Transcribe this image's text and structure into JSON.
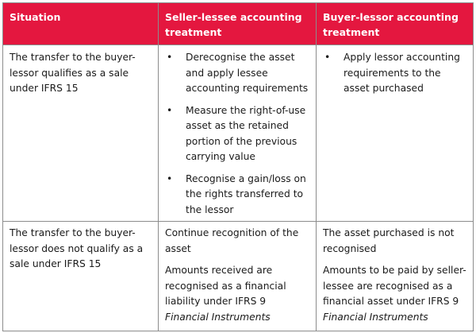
{
  "table": {
    "headers": [
      "Situation",
      "Seller-lessee accounting treatment",
      "Buyer-lessor accounting treatment"
    ],
    "rows": [
      {
        "situation": "The transfer to the buyer-lessor qualifies as a sale under IFRS 15",
        "seller_bullets": [
          "Derecognise the asset and apply lessee accounting requirements",
          "Measure the right-of-use asset as the retained portion of the previous carrying value",
          "Recognise a gain/loss on the rights transferred to the lessor"
        ],
        "buyer_bullets": [
          "Apply lessor accounting requirements to the asset purchased"
        ]
      },
      {
        "situation": "The transfer to the buyer-lessor does not qualify as a sale under IFRS 15",
        "seller_para1": "Continue recognition of the asset",
        "seller_para2": "Amounts received are recognised as a financial liability under IFRS 9",
        "seller_ref": "Financial Instruments",
        "buyer_para1": "The asset purchased is not recognised",
        "buyer_para2": "Amounts to be paid by seller-lessee are recognised as a financial asset under IFRS 9",
        "buyer_ref": "Financial Instruments"
      }
    ],
    "bullet_glyph": "•"
  },
  "colors": {
    "header_bg": "#e4173f",
    "header_text": "#ffffff",
    "border": "#8c8c8c"
  }
}
